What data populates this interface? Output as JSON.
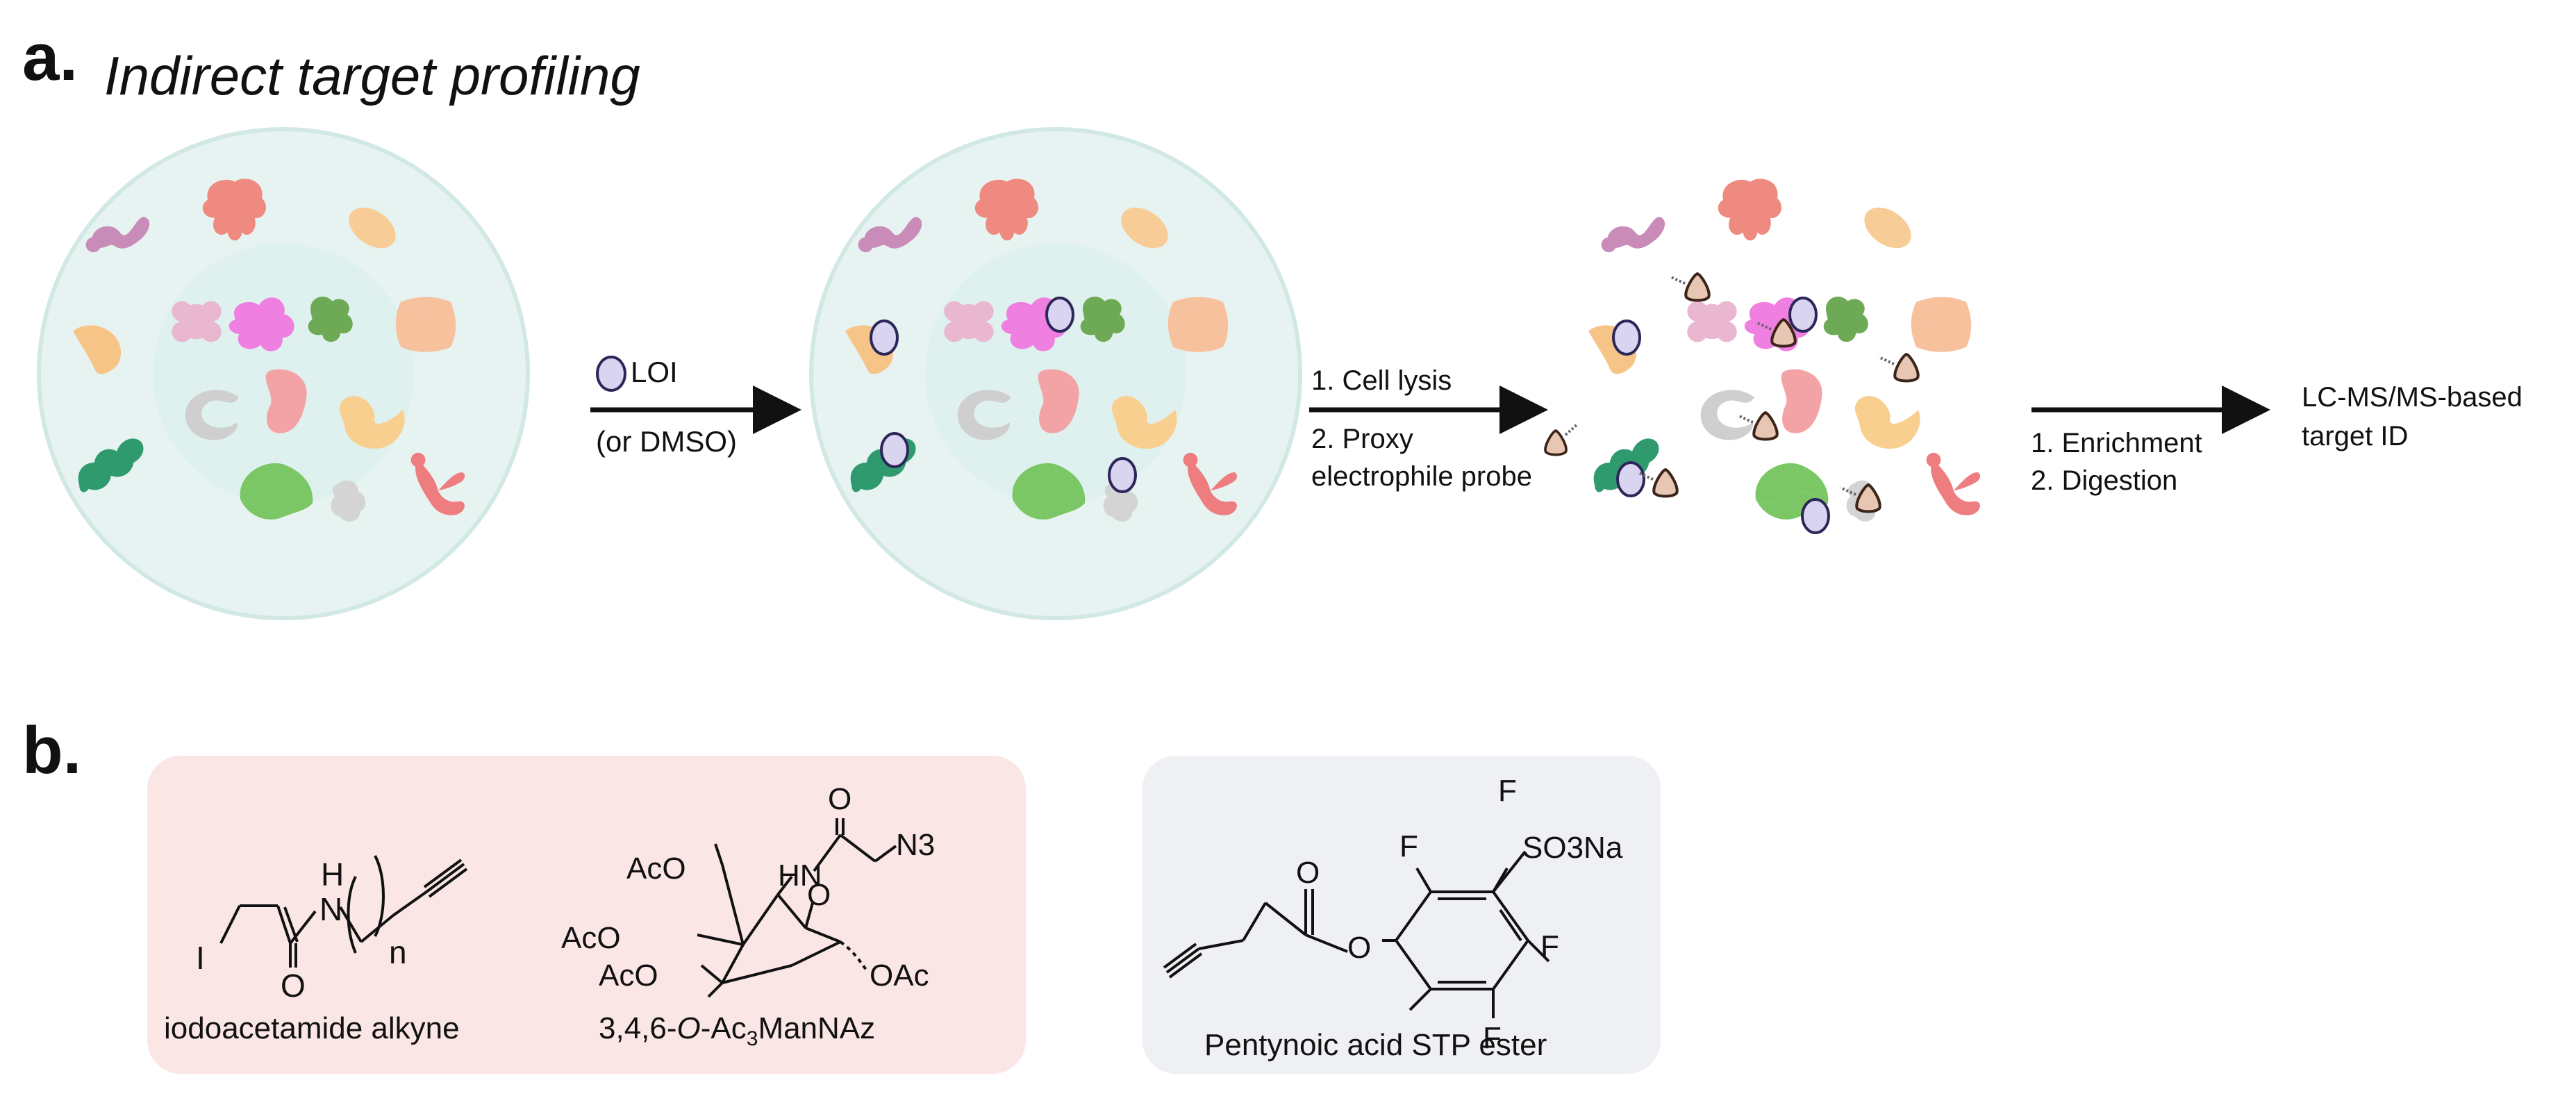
{
  "panel_a": {
    "letter": "a.",
    "title": "Indirect target profiling",
    "step1": {
      "reagent": "LOI",
      "alt": "(or DMSO)"
    },
    "step2": {
      "line1": "1.  Cell lysis",
      "line2": "2. Proxy",
      "line3": "electrophile probe"
    },
    "step3": {
      "line1": "1.  Enrichment",
      "line2": "2.  Digestion"
    },
    "result": {
      "line1": "LC-MS/MS-based",
      "line2": "target ID"
    }
  },
  "panel_b": {
    "letter": "b.",
    "compounds": [
      {
        "name": "iodoacetamide alkyne",
        "atoms": [
          "I",
          "H",
          "N",
          "O",
          "n"
        ]
      },
      {
        "name_parts": [
          "3,4,6-",
          "O",
          "-Ac",
          "3",
          "ManNAz"
        ],
        "atoms": [
          "O",
          "HN",
          "N3",
          "AcO",
          "AcO",
          "AcO",
          "O",
          "OAc"
        ]
      },
      {
        "name": "Pentynoic acid STP ester",
        "atoms": [
          "F",
          "F",
          "F",
          "F",
          "SO3Na",
          "O",
          "O"
        ]
      }
    ]
  },
  "colors": {
    "cell_fill": "#e6f3f1",
    "cell_outline": "#d2e8e5",
    "ligand_fill": "#d9d4f0",
    "ligand_stroke": "#2d2659",
    "probe_fill": "#e7c7b3",
    "probe_stroke": "#3b2418",
    "box_red": "#fbe6e6",
    "box_gray": "#eef0f3"
  }
}
